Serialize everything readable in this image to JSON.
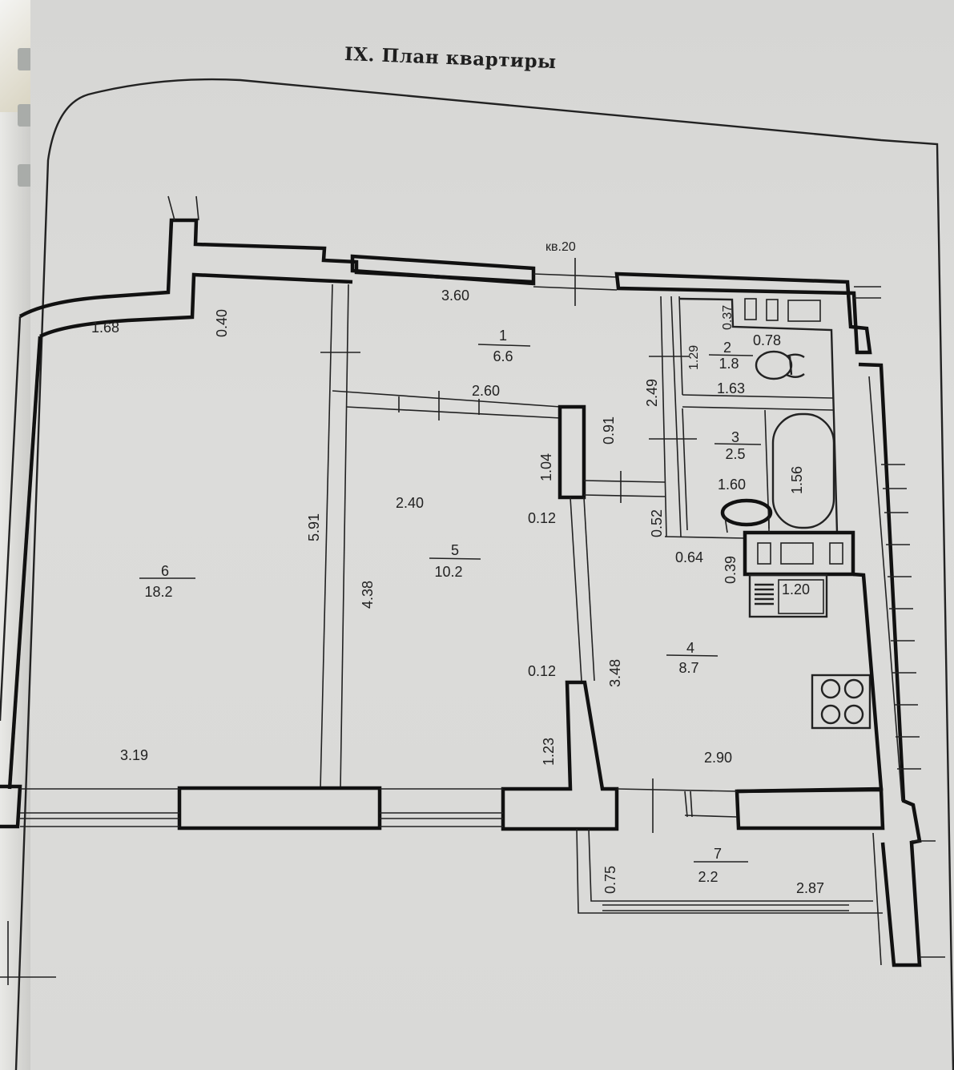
{
  "document": {
    "title": "IX. План квартиры",
    "apartment_label": "кв.20"
  },
  "rooms": [
    {
      "number": "1",
      "area": "6.6"
    },
    {
      "number": "2",
      "area": "1.8"
    },
    {
      "number": "3",
      "area": "2.5"
    },
    {
      "number": "4",
      "area": "8.7"
    },
    {
      "number": "5",
      "area": "10.2"
    },
    {
      "number": "6",
      "area": "18.2"
    },
    {
      "number": "7",
      "area": "2.2"
    }
  ],
  "dimensions": {
    "d_1_68": "1.68",
    "d_0_40": "0.40",
    "d_3_60": "3.60",
    "d_0_37": "0.37",
    "d_0_78": "0.78",
    "d_1_29": "1.29",
    "d_1_63": "1.63",
    "d_2_60": "2.60",
    "d_2_49": "2.49",
    "d_0_91": "0.91",
    "d_1_04": "1.04",
    "d_1_60": "1.60",
    "d_1_56": "1.56",
    "d_2_40": "2.40",
    "d_5_91": "5.91",
    "d_0_12_top": "0.12",
    "d_0_52": "0.52",
    "d_0_64": "0.64",
    "d_0_39": "0.39",
    "d_1_20": "1.20",
    "d_4_38": "4.38",
    "d_0_12_bottom": "0.12",
    "d_3_48": "3.48",
    "d_3_19": "3.19",
    "d_1_23": "1.23",
    "d_2_90": "2.90",
    "d_0_75": "0.75",
    "d_2_87": "2.87"
  },
  "fixtures": [
    "toilet-icon",
    "bathtub-icon",
    "sink-icon",
    "stove-icon",
    "radiator-icon",
    "ventilation-shaft-icon"
  ]
}
